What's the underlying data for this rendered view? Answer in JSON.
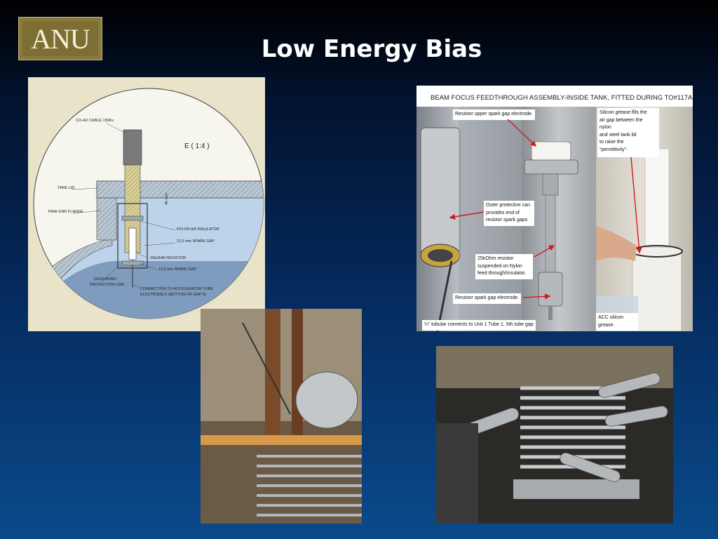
{
  "logo": {
    "text": "ANU"
  },
  "title": "Low Energy Bias",
  "drawing": {
    "labels": {
      "coax": "CO-AX CABLE 150Kv",
      "scale": "E ( 1:4 )",
      "tank_lid": "TANK LID",
      "tank_end_flange": "TANK END FLANGE",
      "dim": "40 mm",
      "nylon": "NYLON 6/6 INSULATOR",
      "spark1": "11,5 mm SPARK GAP",
      "resistor": "25kOHM RESISTOR",
      "spark2": "11,5 mm SPARK GAP",
      "grounded": "GROUNDED",
      "protection": "PROTECTION CAN",
      "connection1": "CONNECTION TO ACCELERATOR TUBE",
      "connection2": "ELECTRODE 6 (BOTTOM OF GAP 5)"
    }
  },
  "feedthrough": {
    "header": "BEAM FOCUS FEEDTHROUGH ASSEMBLY-INSIDE TANK, FITTED DURING TO#117A",
    "callouts": {
      "upper": "Resistor upper spark gap electrode.",
      "silicon_fill": [
        "Silicon grease fills the",
        "air gap between the",
        "nylon",
        "and steel tank lid",
        "to raise the",
        "“permittivity”."
      ],
      "outer": [
        "Outer protective can",
        "provides end of",
        "resistor spark gaps."
      ],
      "resistor": [
        "25kOhm resistor",
        "suspended on Nylon",
        "feed through/insulator."
      ],
      "spark": "Resistor spark gap electrode.",
      "acc": [
        "ACC silicon",
        "grease."
      ],
      "tubular": "¼” tubular connects to Unit 1 Tube 1, 5th tube gap"
    }
  }
}
